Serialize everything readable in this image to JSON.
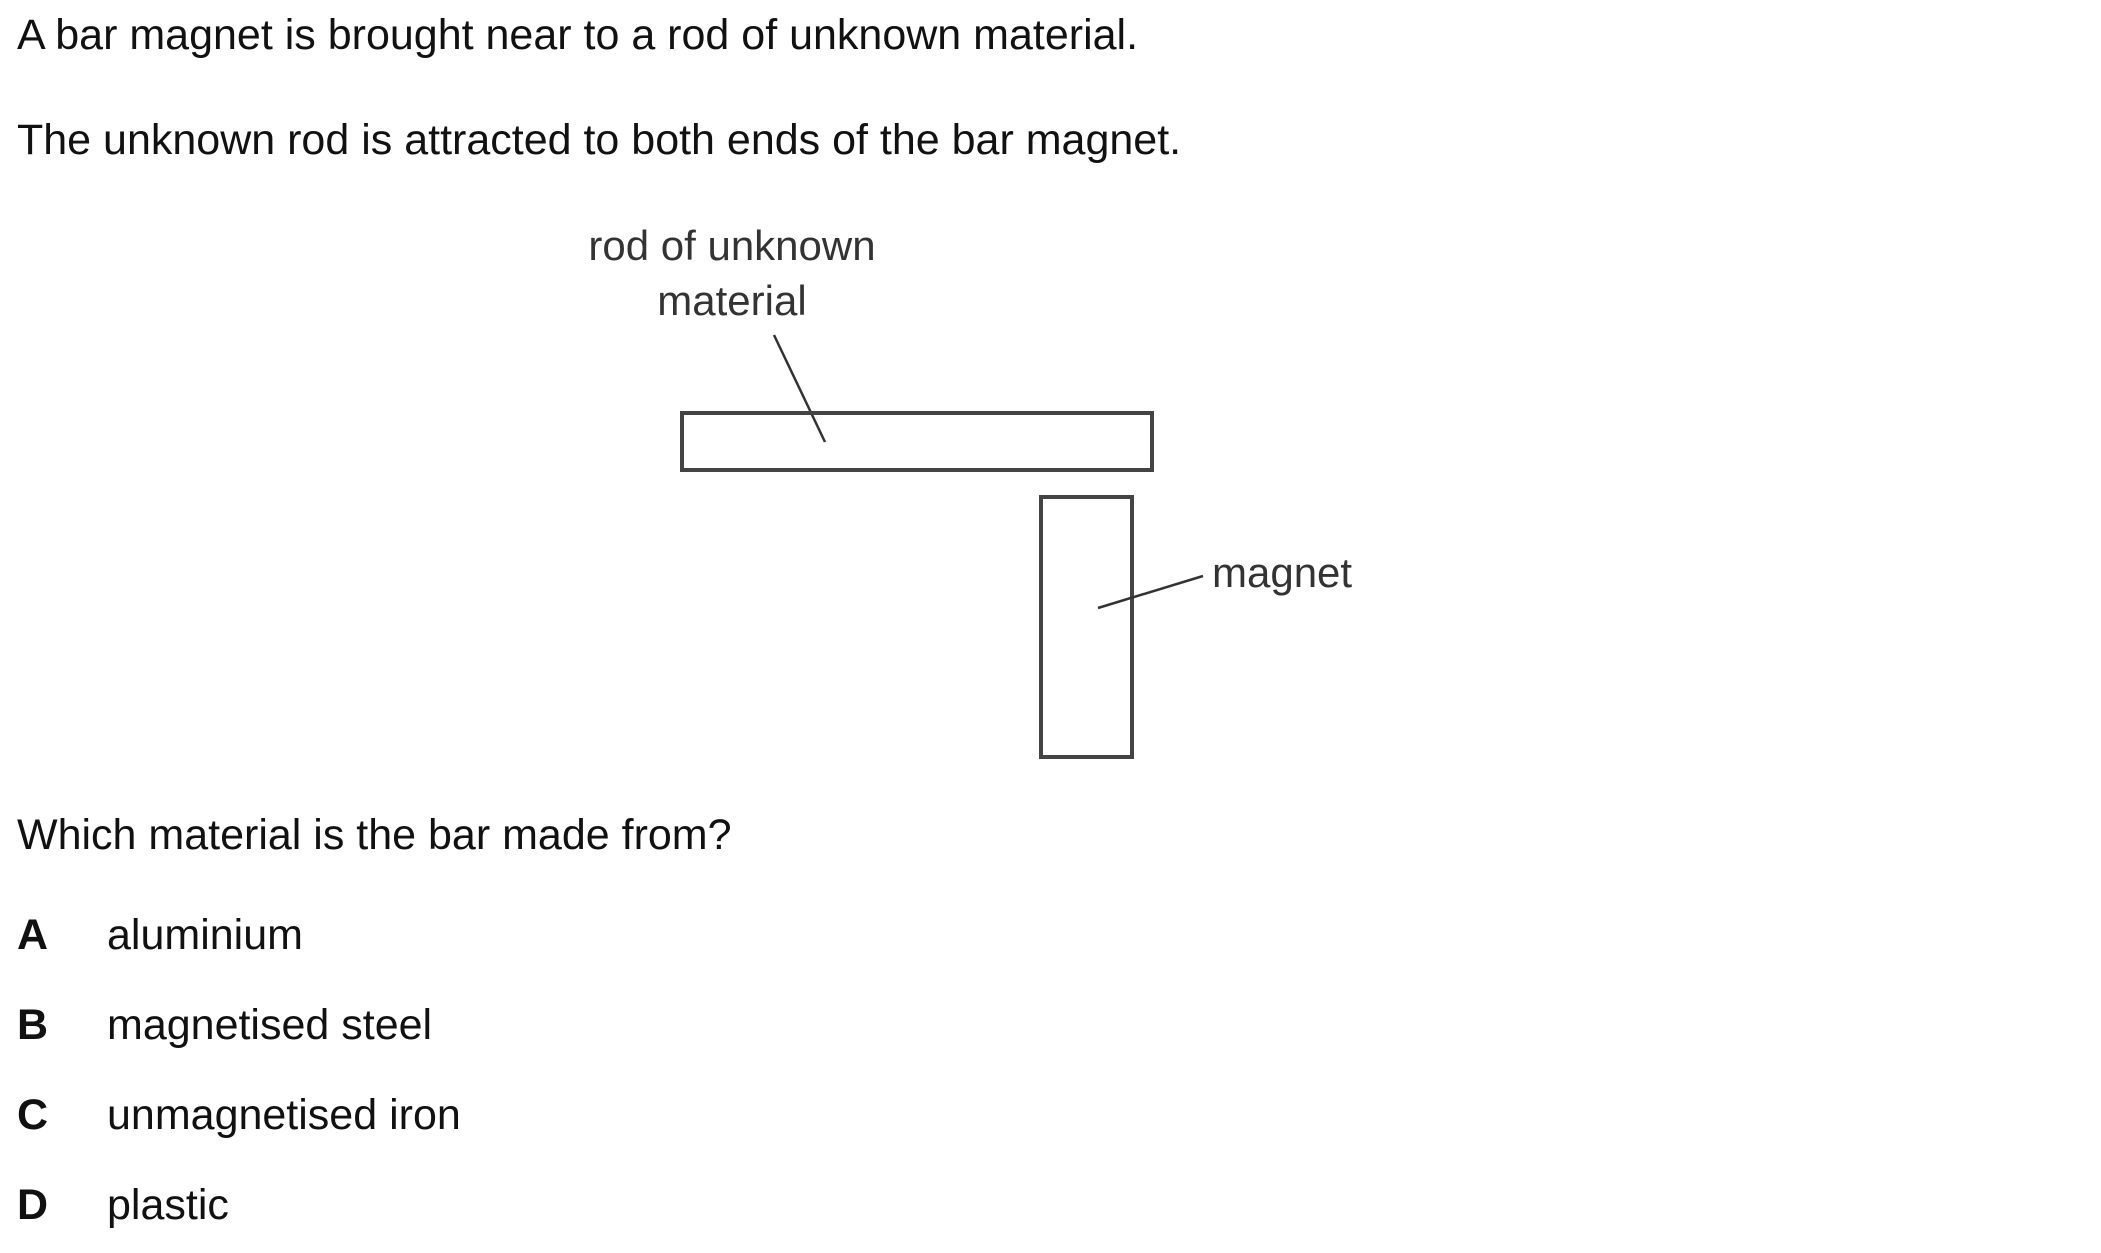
{
  "stem": {
    "line1": "A bar magnet is brought near to a rod of unknown material.",
    "line2": "The unknown rod is attracted to both ends of the bar magnet."
  },
  "diagram": {
    "rod_label_line1": "rod of unknown",
    "rod_label_line2": "material",
    "magnet_label": "magnet"
  },
  "question": "Which material is the bar made from?",
  "options": [
    {
      "letter": "A",
      "text": "aluminium"
    },
    {
      "letter": "B",
      "text": "magnetised steel"
    },
    {
      "letter": "C",
      "text": "unmagnetised iron"
    },
    {
      "letter": "D",
      "text": "plastic"
    }
  ]
}
